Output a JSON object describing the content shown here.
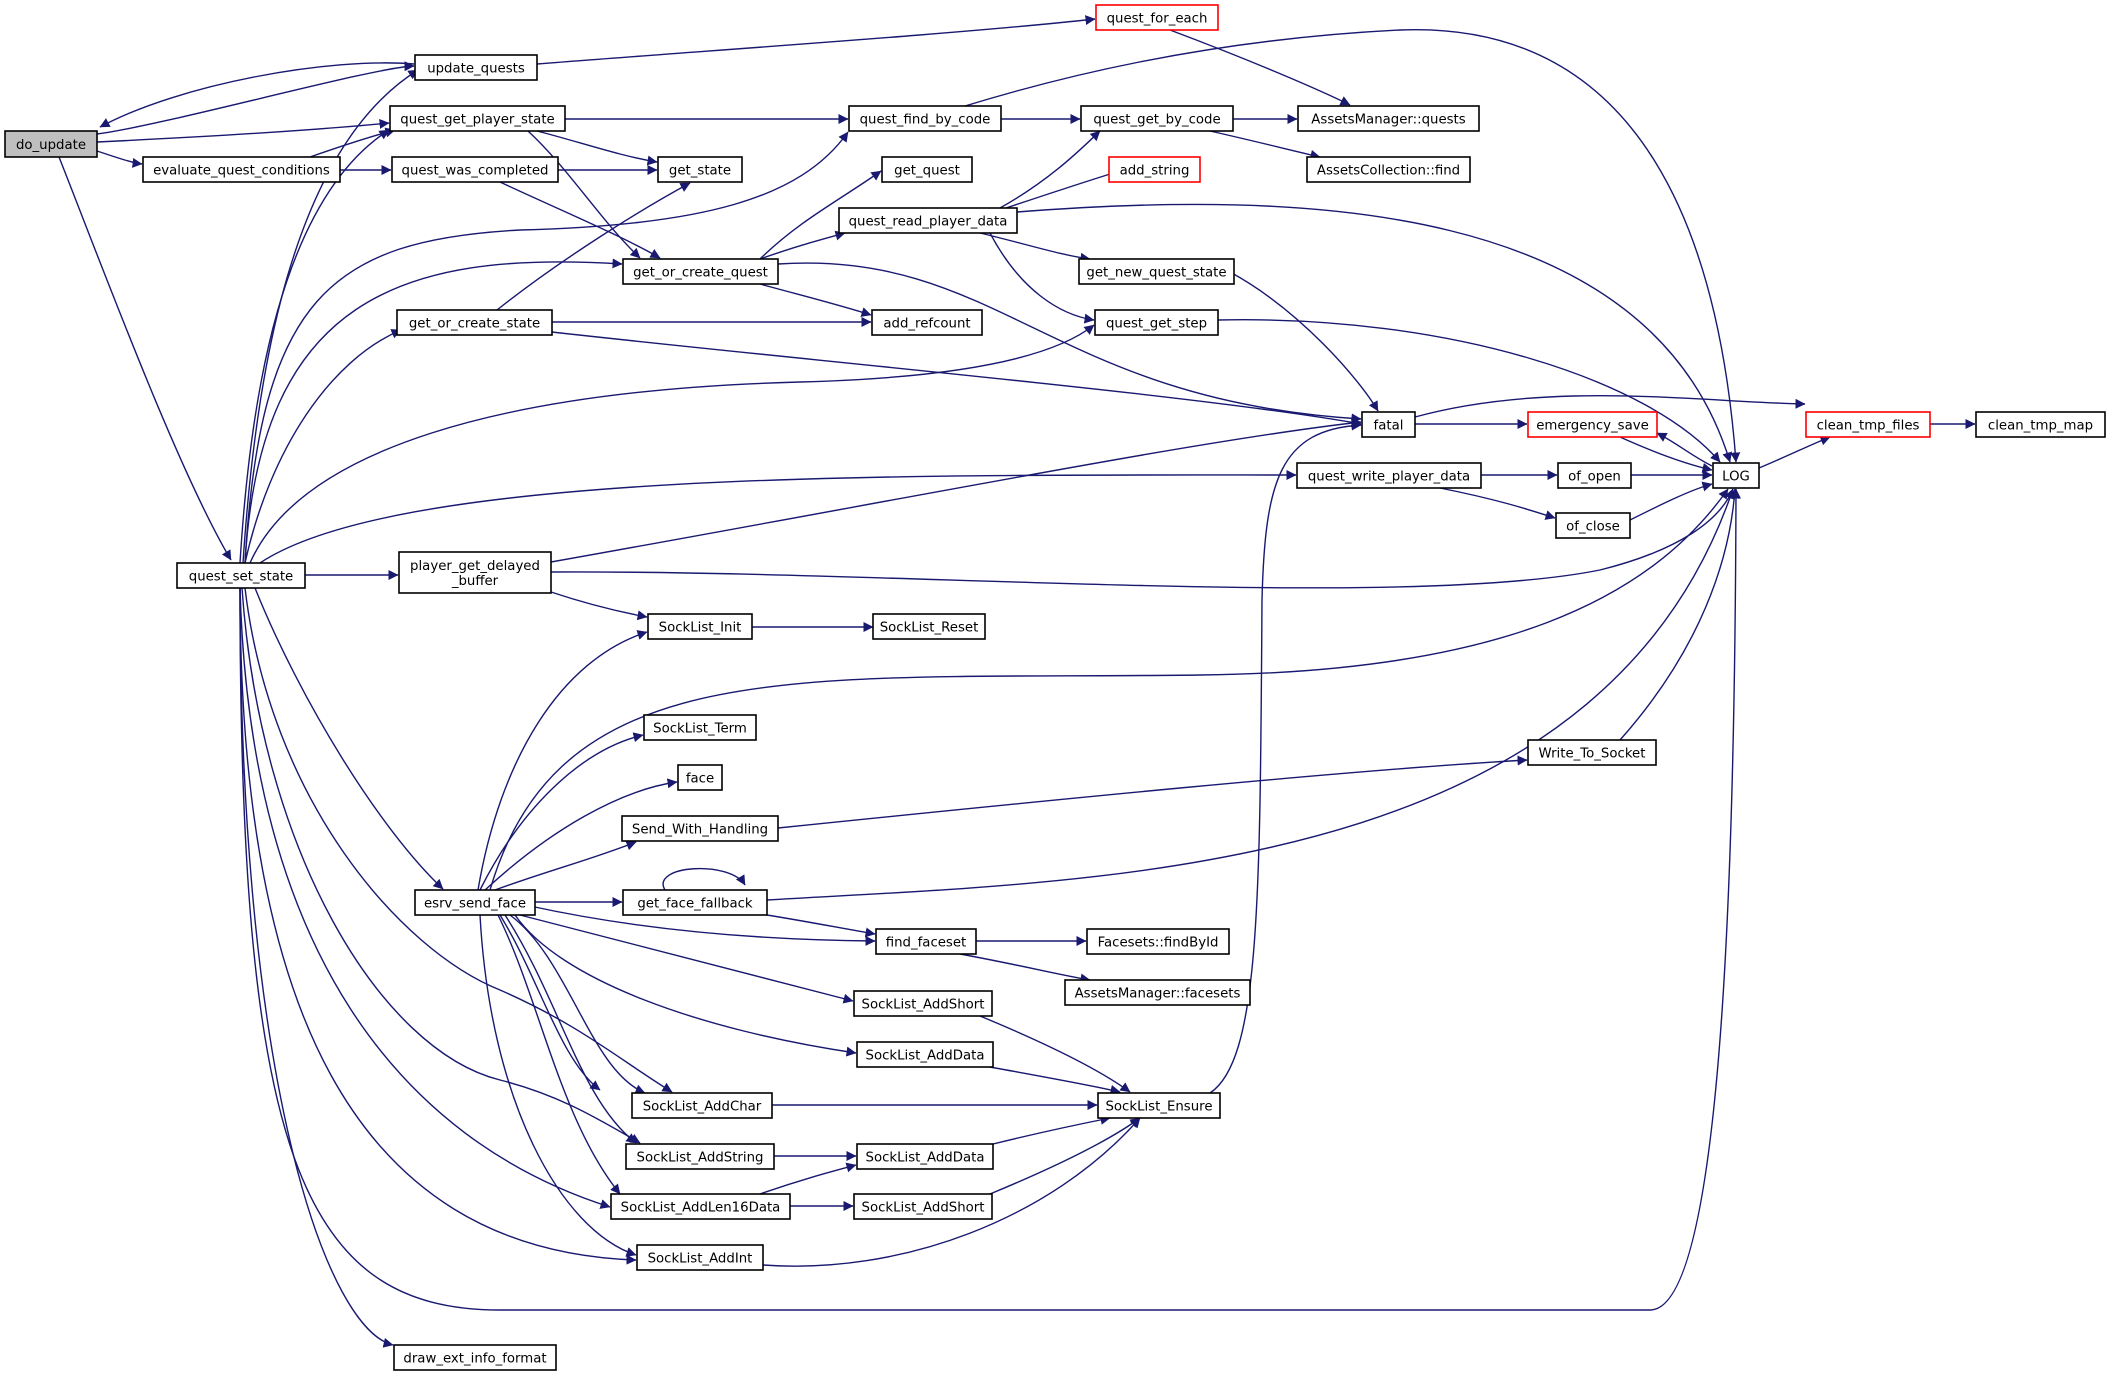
{
  "graph_nodes": {
    "do_update": "do_update",
    "update_quests": "update_quests",
    "quest_get_player_state": "quest_get_player_state",
    "evaluate_quest_conditions": "evaluate_quest_conditions",
    "quest_was_completed": "quest_was_completed",
    "quest_set_state": "quest_set_state",
    "get_or_create_state": "get_or_create_state",
    "player_get_delayed_buffer": [
      "player_get_delayed",
      "_buffer"
    ],
    "esrv_send_face": "esrv_send_face",
    "draw_ext_info_format": "draw_ext_info_format",
    "get_state": "get_state",
    "get_or_create_quest": "get_or_create_quest",
    "SockList_Init": "SockList_Init",
    "SockList_Term": "SockList_Term",
    "face": "face",
    "Send_With_Handling": "Send_With_Handling",
    "get_face_fallback": "get_face_fallback",
    "SockList_AddChar": "SockList_AddChar",
    "SockList_AddString": "SockList_AddString",
    "SockList_AddLen16Data": "SockList_AddLen16Data",
    "SockList_AddInt": "SockList_AddInt",
    "quest_find_by_code": "quest_find_by_code",
    "get_quest": "get_quest",
    "quest_read_player_data": "quest_read_player_data",
    "add_refcount": "add_refcount",
    "find_faceset": "find_faceset",
    "SockList_AddShort_a": "SockList_AddShort",
    "SockList_AddData_a": "SockList_AddData",
    "SockList_AddData_b": "SockList_AddData",
    "SockList_AddShort_b": "SockList_AddShort",
    "quest_for_each": "quest_for_each",
    "quest_get_by_code": "quest_get_by_code",
    "add_string": "add_string",
    "get_new_quest_state": "get_new_quest_state",
    "quest_get_step": "quest_get_step",
    "Facesets_findById": "Facesets::findById",
    "AssetsManager_facesets": "AssetsManager::facesets",
    "SockList_Ensure": "SockList_Ensure",
    "AssetsManager_quests": "AssetsManager::quests",
    "AssetsCollection_find": "AssetsCollection::find",
    "fatal": "fatal",
    "quest_write_player_data": "quest_write_player_data",
    "emergency_save": "emergency_save",
    "of_open": "of_open",
    "of_close": "of_close",
    "Write_To_Socket": "Write_To_Socket",
    "LOG": "LOG",
    "clean_tmp_files": "clean_tmp_files",
    "clean_tmp_map": "clean_tmp_map"
  },
  "colors": {
    "edge": "#191970",
    "root_fill": "#bfbfbf",
    "truncated_border": "#ff0000",
    "border": "#000000"
  }
}
